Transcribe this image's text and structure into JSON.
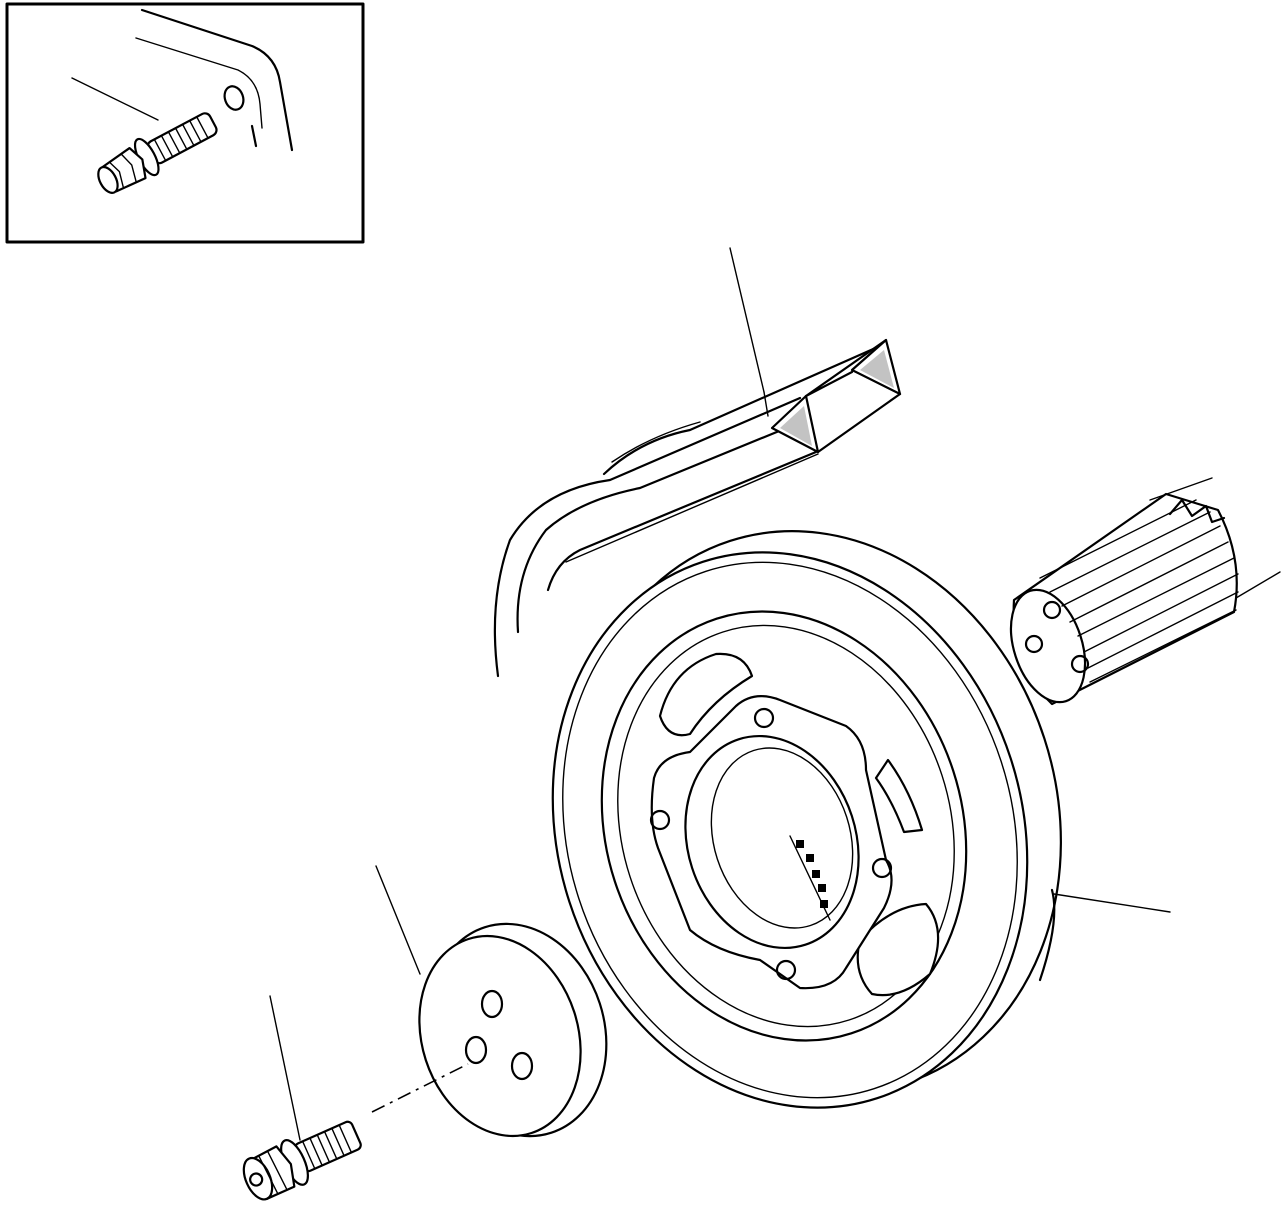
{
  "diagram": {
    "parts": [
      {
        "icon": "flange-bolt-icon",
        "name": "inset-flange-bolt"
      },
      {
        "icon": "v-belt-icon",
        "name": "drive-belts"
      },
      {
        "icon": "splined-shaft-icon",
        "name": "splined-shaft"
      },
      {
        "icon": "pulley-icon",
        "name": "crankshaft-pulley"
      },
      {
        "icon": "washer-plate-icon",
        "name": "retaining-plate"
      },
      {
        "icon": "bolt-icon",
        "name": "pulley-bolt"
      }
    ],
    "leader_count": 6,
    "has_inset": true
  }
}
